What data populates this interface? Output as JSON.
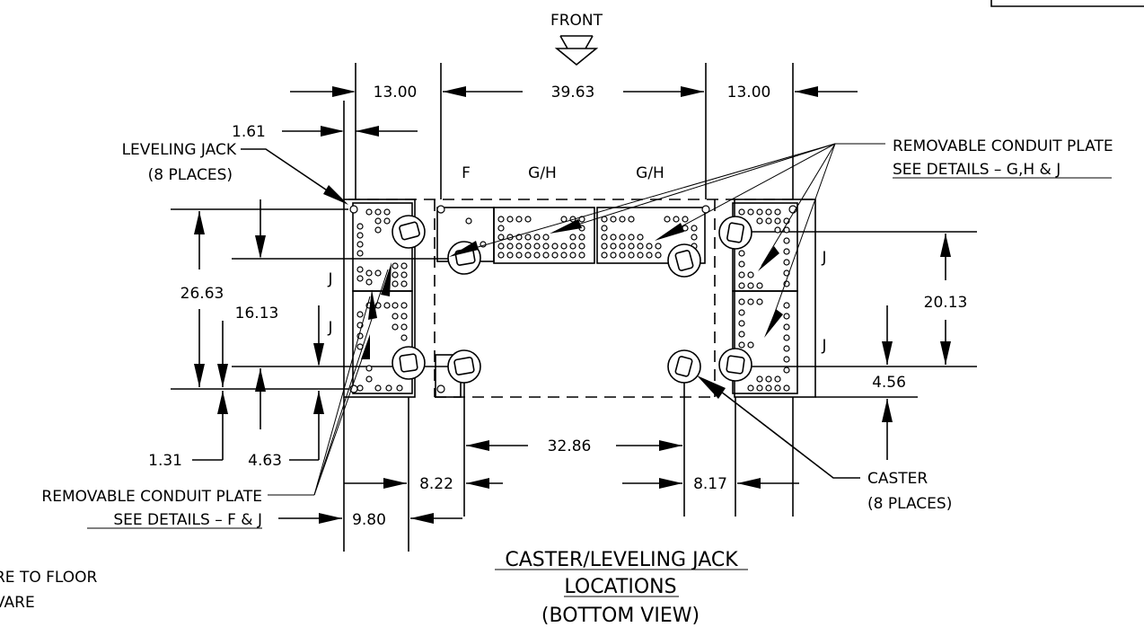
{
  "header": {
    "front_label": "FRONT"
  },
  "dimensions": {
    "top_left": "13.00",
    "top_middle": "39.63",
    "top_right": "13.00",
    "jack_offset": "1.61",
    "left_height": "26.63",
    "left_inner": "16.13",
    "bottom_left_a": "1.31",
    "bottom_left_b": "4.63",
    "caster_span": "32.86",
    "caster_left": "8.22",
    "caster_right": "8.17",
    "caster_left_outer": "9.80",
    "right_height": "20.13",
    "right_bottom": "4.56"
  },
  "plates": {
    "top_f": "F",
    "top_gh1": "G/H",
    "top_gh2": "G/H",
    "left_j1": "J",
    "left_j2": "J",
    "right_j1": "J",
    "right_j2": "J"
  },
  "callouts": {
    "leveling_jack_line1": "LEVELING JACK",
    "leveling_jack_line2": "(8 PLACES)",
    "conduit_top_line1": "REMOVABLE CONDUIT PLATE",
    "conduit_top_line2": "SEE DETAILS – G,H & J",
    "conduit_bottom_line1": "REMOVABLE CONDUIT PLATE",
    "conduit_bottom_line2": "SEE DETAILS – F & J",
    "caster_line1": "CASTER",
    "caster_line2": "(8 PLACES)"
  },
  "notes": {
    "line1": "RE TO FLOOR",
    "line2": "VARE"
  },
  "title": {
    "line1": "CASTER/LEVELING JACK",
    "line2": "LOCATIONS",
    "line3": "(BOTTOM VIEW)"
  }
}
